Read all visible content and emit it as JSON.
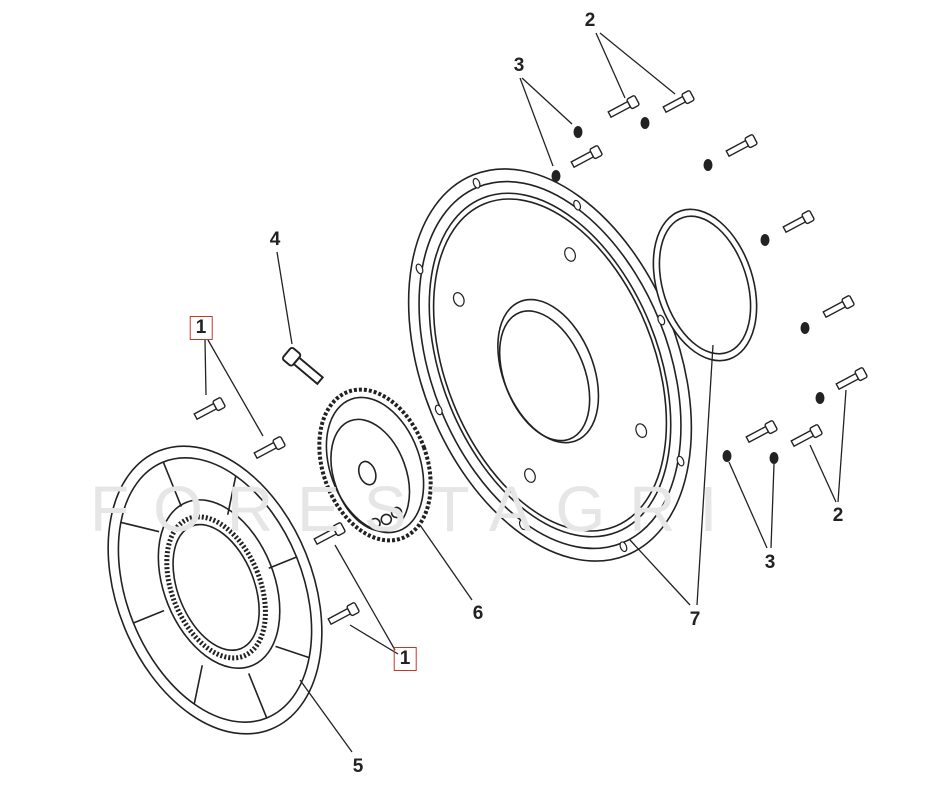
{
  "watermark": "FORESTAGRI",
  "callouts": {
    "c2_top": "2",
    "c3_top": "3",
    "c4": "4",
    "c1_top": "1",
    "c1_bottom": "1",
    "c6": "6",
    "c7": "7",
    "c2_right": "2",
    "c3_right": "3",
    "c5": "5"
  },
  "colors": {
    "line": "#222222",
    "highlight_box": "#c0392b"
  }
}
